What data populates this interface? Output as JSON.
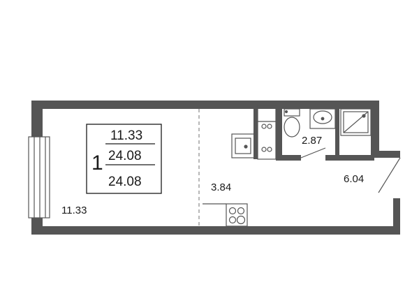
{
  "plan": {
    "room_count": "1",
    "summary": {
      "living_area": "11.33",
      "total_area": "24.08",
      "total_area_with_balcony": "24.08"
    },
    "rooms": {
      "living_room_area": "11.33",
      "kitchen_area": "3.84",
      "bathroom_area": "2.87",
      "hallway_area": "6.04"
    }
  }
}
